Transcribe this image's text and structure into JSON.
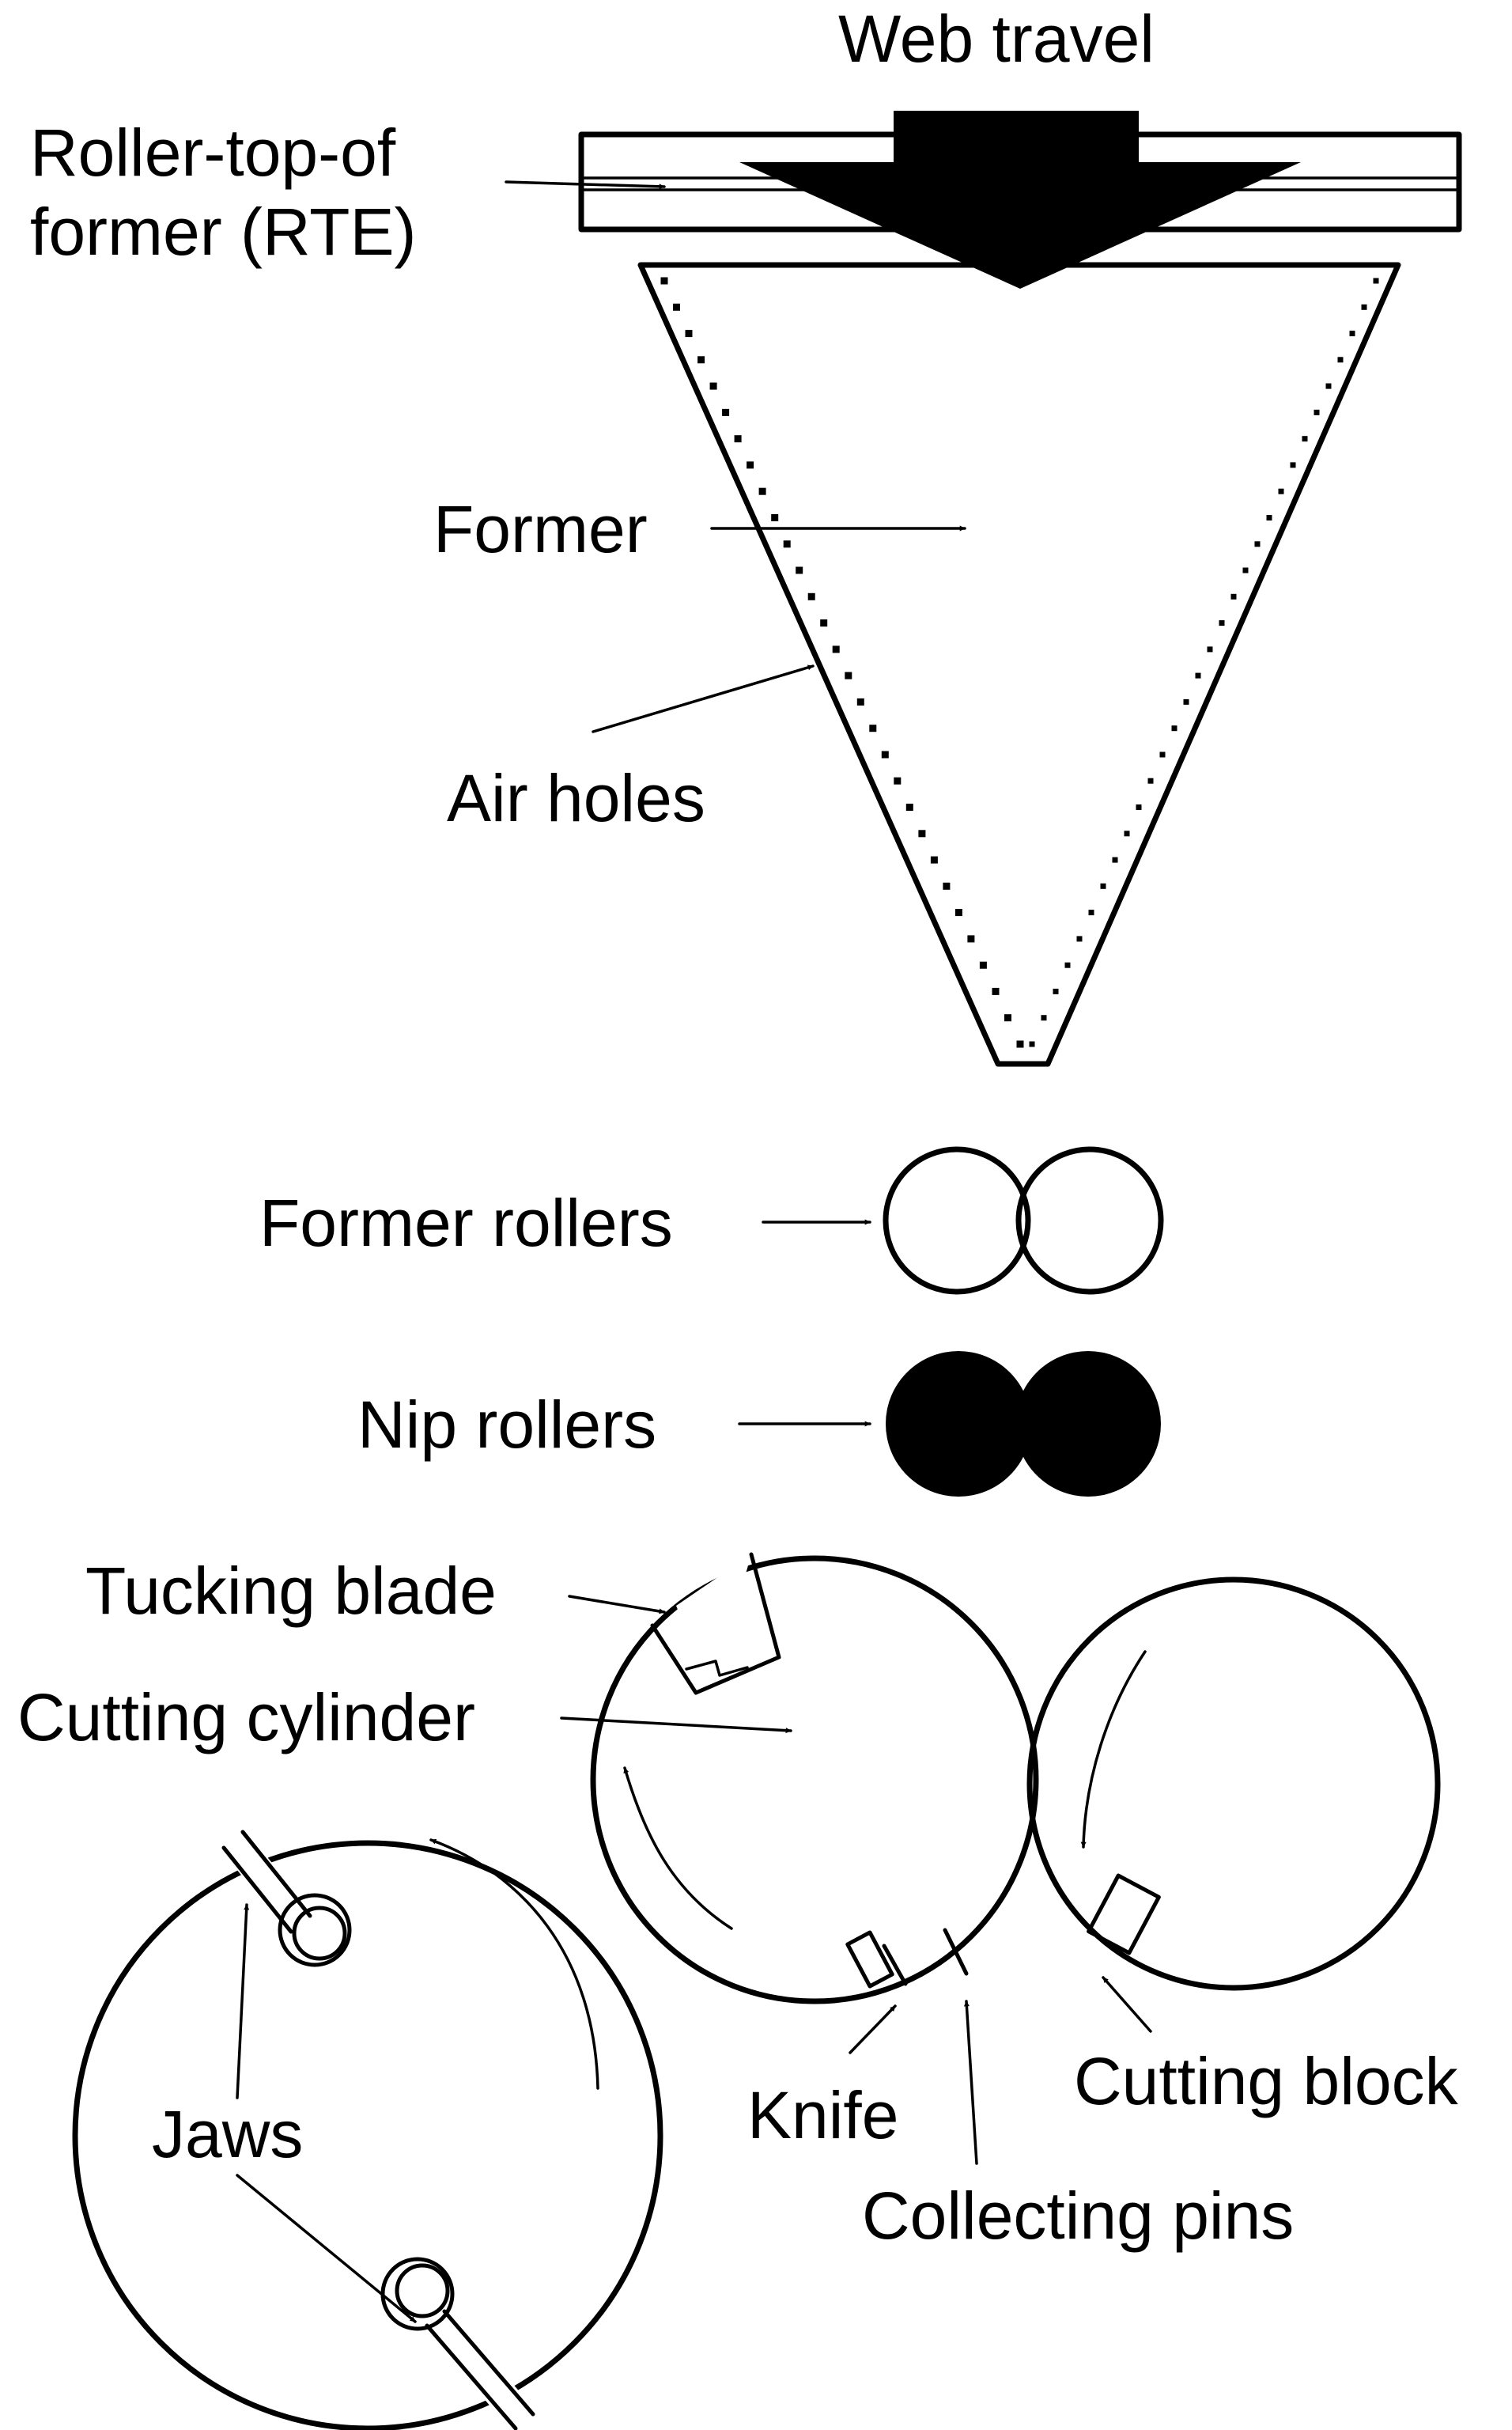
{
  "labels": {
    "web_travel": "Web travel",
    "roller_top_line1": "Roller-top-of",
    "roller_top_line2": "former (RTE)",
    "former": "Former",
    "air_holes": "Air holes",
    "former_rollers": "Former rollers",
    "nip_rollers": "Nip rollers",
    "tucking_blade": "Tucking blade",
    "cutting_cylinder": "Cutting cylinder",
    "jaws": "Jaws",
    "knife": "Knife",
    "collecting_pins": "Collecting pins",
    "cutting_block": "Cutting block"
  },
  "colors": {
    "ink": "#000000",
    "paper": "#ffffff",
    "cutting_block_fill": "#9a9a9a"
  }
}
